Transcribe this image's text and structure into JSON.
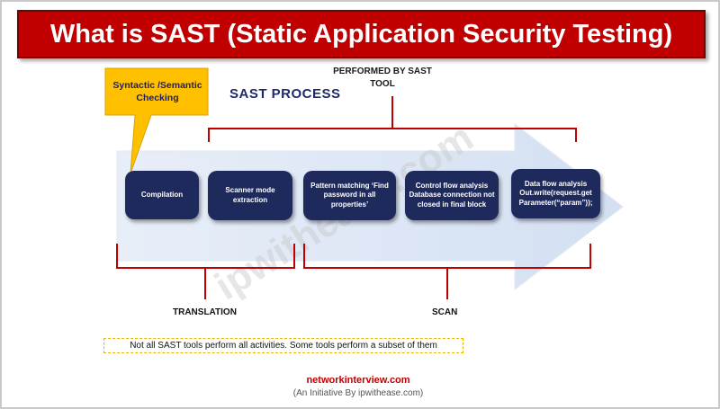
{
  "title": "What is SAST (Static Application Security Testing)",
  "callout": "Syntactic /Semantic Checking",
  "performed_by": "PERFORMED BY SAST TOOL",
  "process_title": "SAST PROCESS",
  "steps": [
    "Compilation",
    "Scanner mode extraction",
    "Pattern matching ‘Find password in all properties’",
    "Control flow analysis Database connection not closed in final block",
    "Data flow analysis Out.write(request.get Parameter(“param”));"
  ],
  "phases": {
    "translation": "TRANSLATION",
    "scan": "SCAN"
  },
  "note": "Not all SAST tools perform all activities. Some tools perform a subset of them",
  "watermark": "ipwithease.com",
  "site": "networkinterview.com",
  "initiative": "(An Initiative By ipwithease.com)",
  "colors": {
    "title_red": "#c00000",
    "box_navy": "#1f2a5c",
    "callout_yellow": "#ffc000",
    "bracket_red": "#c00000",
    "arrow_blue": "#dce7f5"
  }
}
